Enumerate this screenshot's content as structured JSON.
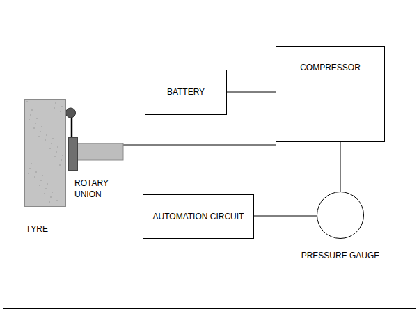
{
  "diagram": {
    "nodes": [
      {
        "text": [
          "BATTERY"
        ]
      },
      {
        "text": [
          "COMPRESSOR"
        ]
      },
      {
        "text": [
          "TYRE"
        ]
      },
      {
        "text": [
          "ROTARY UNION"
        ]
      },
      {
        "text": [
          "AUTOMATION CIRCUIT"
        ]
      },
      {
        "text": [
          "PRESSURE GAUGE"
        ]
      }
    ],
    "edges": [
      {
        "from": 0,
        "to": 1,
        "arrow": "none"
      },
      {
        "from": 1,
        "to": 3,
        "arrow": "none"
      },
      {
        "from": 1,
        "to": 5,
        "arrow": "none"
      },
      {
        "from": 4,
        "to": 5,
        "arrow": "none"
      }
    ]
  }
}
